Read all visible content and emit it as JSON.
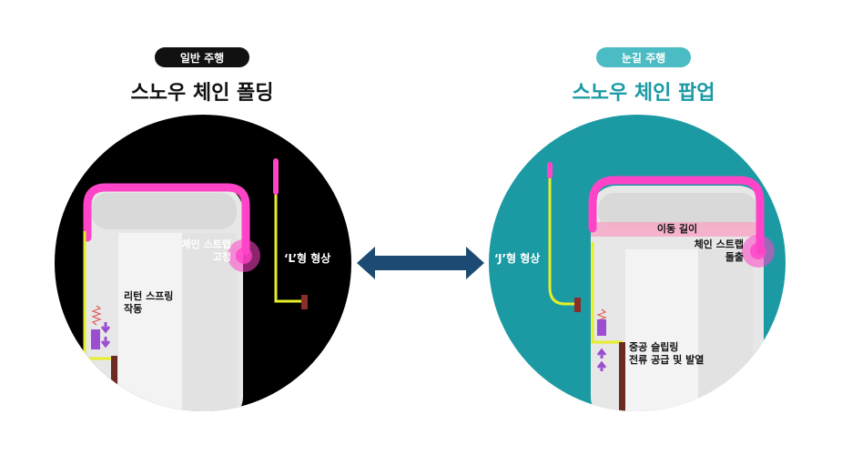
{
  "left": {
    "badge": "일반 주행",
    "title": "스노우 체인 폴딩",
    "strap_label_1": "체인 스트랩",
    "strap_label_2": "고정",
    "shape_label": "‘L’형 형상",
    "spring_label_1": "리턴 스프링",
    "spring_label_2": "작동"
  },
  "right": {
    "badge": "눈길 주행",
    "title": "스노우 체인 팝업",
    "travel_label": "이동 길이",
    "strap_label_1": "체인 스트랩",
    "strap_label_2": "돌출",
    "shape_label": "‘J’형 형상",
    "slip_label_1": "중공 슬립링",
    "slip_label_2": "전류 공급 및 발열"
  },
  "colors": {
    "left_bg": "#000000",
    "right_bg": "#1b9aa3",
    "accent_teal": "#1a9aa4",
    "strap_pink": "#ff44c8",
    "wire_yellow": "#e6ee2a",
    "arrow_navy": "#1d4a72"
  }
}
